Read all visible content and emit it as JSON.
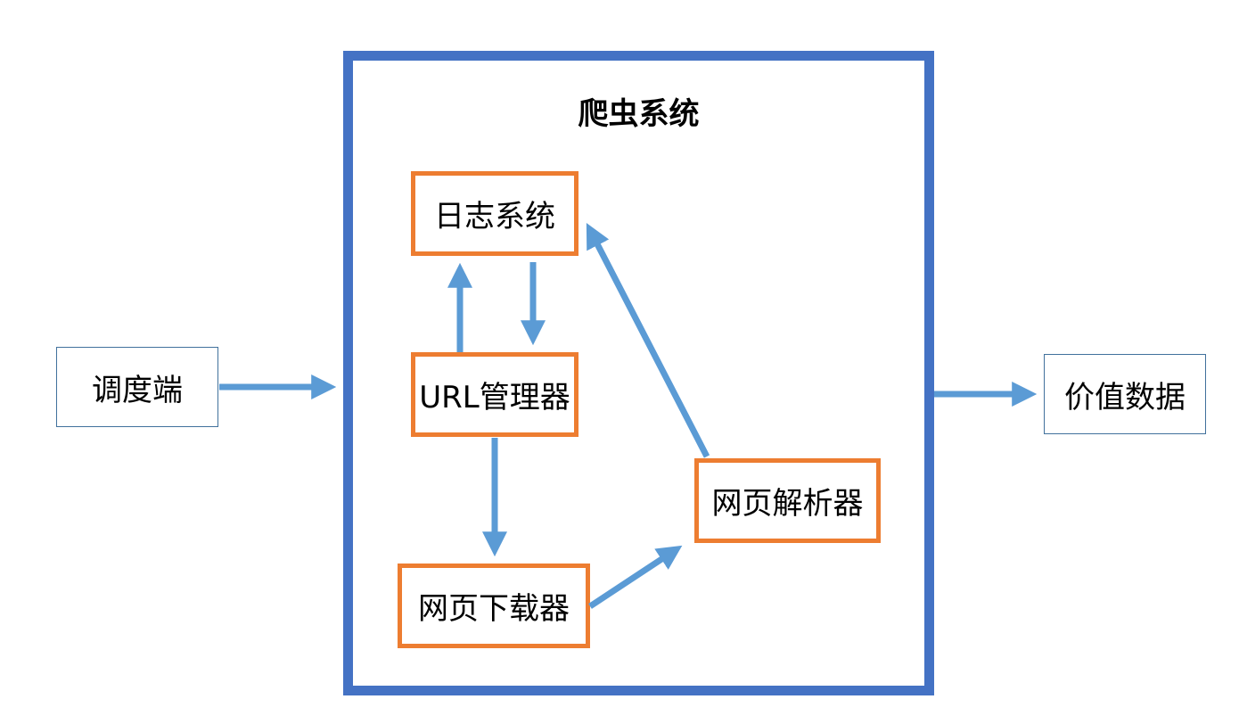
{
  "system": {
    "title": "爬虫系统"
  },
  "nodes": {
    "scheduler": "调度端",
    "value_data": "价值数据",
    "log_system": "日志系统",
    "url_manager": "URL管理器",
    "page_downloader": "网页下载器",
    "page_parser": "网页解析器"
  },
  "colors": {
    "system_border": "#4472c4",
    "inner_border": "#ed7d31",
    "outer_border": "#41719c",
    "arrow": "#5b9bd5"
  }
}
